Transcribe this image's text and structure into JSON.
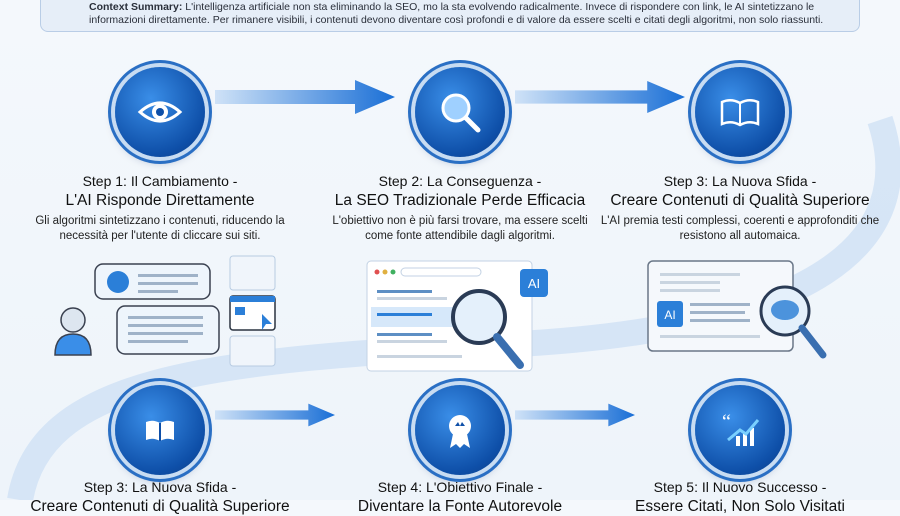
{
  "summary": {
    "label": "Context Summary:",
    "text": "L'intelligenza artificiale non sta eliminando la SEO, mo la sta evolvendo radicalmente. Invece di rispondere con link, le AI sintetizzano le informazioni direttamente. Per rimanere visibili, i contenuti devono diventare così profondi e di valore da essere scelti e citati degli algoritmi, non solo riassunti."
  },
  "steps_top": [
    {
      "title": "Step 1: Il Cambiamento -",
      "subtitle": "L'AI Risponde Direttamente",
      "desc": "Gli algoritmi sintetizzano i contenuti, riducendo la necessità per l'utente di cliccare sui siti.",
      "icon": "eye-icon"
    },
    {
      "title": "Step 2: La Conseguenza -",
      "subtitle": "La SEO Tradizionale Perde Efficacia",
      "desc": "L'obiettivo non è più farsi trovare, ma essere scelti come fonte attendibile dagli algoritmi.",
      "icon": "magnifier-icon"
    },
    {
      "title": "Step 3: La Nuova Sfida -",
      "subtitle": "Creare Contenuti di Qualità Superiore",
      "desc": "L'AI premia testi complessi, coerenti e approfonditi che resistono all automaica.",
      "icon": "book-icon"
    }
  ],
  "steps_bottom": [
    {
      "title": "Step 3: La Nuova Sfida -",
      "subtitle": "Creare Contenuti di Qualità Superiore",
      "icon": "book-icon"
    },
    {
      "title": "Step 4: L'Obiettivo Finale -",
      "subtitle": "Diventare la Fonte Autorevole",
      "icon": "award-icon"
    },
    {
      "title": "Step 5: Il Nuovo Successo -",
      "subtitle": "Essere Citati, Non Solo Visitati",
      "icon": "quote-chart-icon"
    }
  ],
  "badges": {
    "ai": "AI"
  },
  "colors": {
    "accent": "#1a6fd6",
    "dark": "#0e4fa8",
    "light": "#c8dcf2"
  }
}
